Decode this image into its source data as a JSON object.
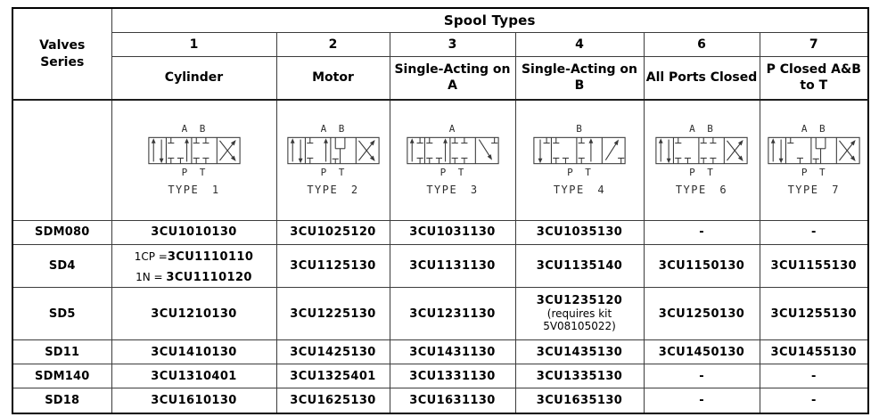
{
  "palette": {
    "background": "#ffffff",
    "text": "#000000",
    "grid_line": "#3c3c3c",
    "outer_border": "#000000",
    "symbol_stroke": "#3a3a3a"
  },
  "table": {
    "corner": {
      "line1": "Valves",
      "line2": "Series"
    },
    "title": "Spool Types",
    "columns": [
      {
        "number": "1",
        "label": "Cylinder"
      },
      {
        "number": "2",
        "label": "Motor"
      },
      {
        "number": "3",
        "label": "Single-Acting on A"
      },
      {
        "number": "4",
        "label": "Single-Acting on B"
      },
      {
        "number": "6",
        "label": "All Ports Closed"
      },
      {
        "number": "7",
        "label": "P Closed A&B to T"
      }
    ],
    "diagrams": [
      {
        "caption": "TYPE 1",
        "ports_top": "A B",
        "ports_bottom": "P T"
      },
      {
        "caption": "TYPE 2",
        "ports_top": "A B",
        "ports_bottom": "P T"
      },
      {
        "caption": "TYPE 3",
        "ports_top": "A",
        "ports_bottom": "P T"
      },
      {
        "caption": "TYPE 4",
        "ports_top": "B",
        "ports_bottom": "P T"
      },
      {
        "caption": "TYPE 6",
        "ports_top": "A B",
        "ports_bottom": "P T"
      },
      {
        "caption": "TYPE 7",
        "ports_top": "A B",
        "ports_bottom": "P T"
      }
    ],
    "rows": [
      {
        "series": "SDM080",
        "c1": "3CU1010130",
        "c2": "3CU1025120",
        "c3": "3CU1031130",
        "c4": "3CU1035130",
        "c6": "-",
        "c7": "-"
      },
      {
        "series": "SD4",
        "c1a_prefix": "1CP =",
        "c1a_part": "3CU1110110",
        "c1b_prefix": "1N = ",
        "c1b_part": "3CU1110120",
        "c2": "3CU1125130",
        "c3": "3CU1131130",
        "c4": "3CU1135140",
        "c6": "3CU1150130",
        "c7": "3CU1155130"
      },
      {
        "series": "SD5",
        "c1": "3CU1210130",
        "c2": "3CU1225130",
        "c3": "3CU1231130",
        "c4_part": "3CU1235120",
        "c4_note": "(requires kit 5V08105022)",
        "c6": "3CU1250130",
        "c7": "3CU1255130"
      },
      {
        "series": "SD11",
        "c1": "3CU1410130",
        "c2": "3CU1425130",
        "c3": "3CU1431130",
        "c4": "3CU1435130",
        "c6": "3CU1450130",
        "c7": "3CU1455130"
      },
      {
        "series": "SDM140",
        "c1": "3CU1310401",
        "c2": "3CU1325401",
        "c3": "3CU1331130",
        "c4": "3CU1335130",
        "c6": "-",
        "c7": "-"
      },
      {
        "series": "SD18",
        "c1": "3CU1610130",
        "c2": "3CU1625130",
        "c3": "3CU1631130",
        "c4": "3CU1635130",
        "c6": "-",
        "c7": "-"
      }
    ]
  }
}
